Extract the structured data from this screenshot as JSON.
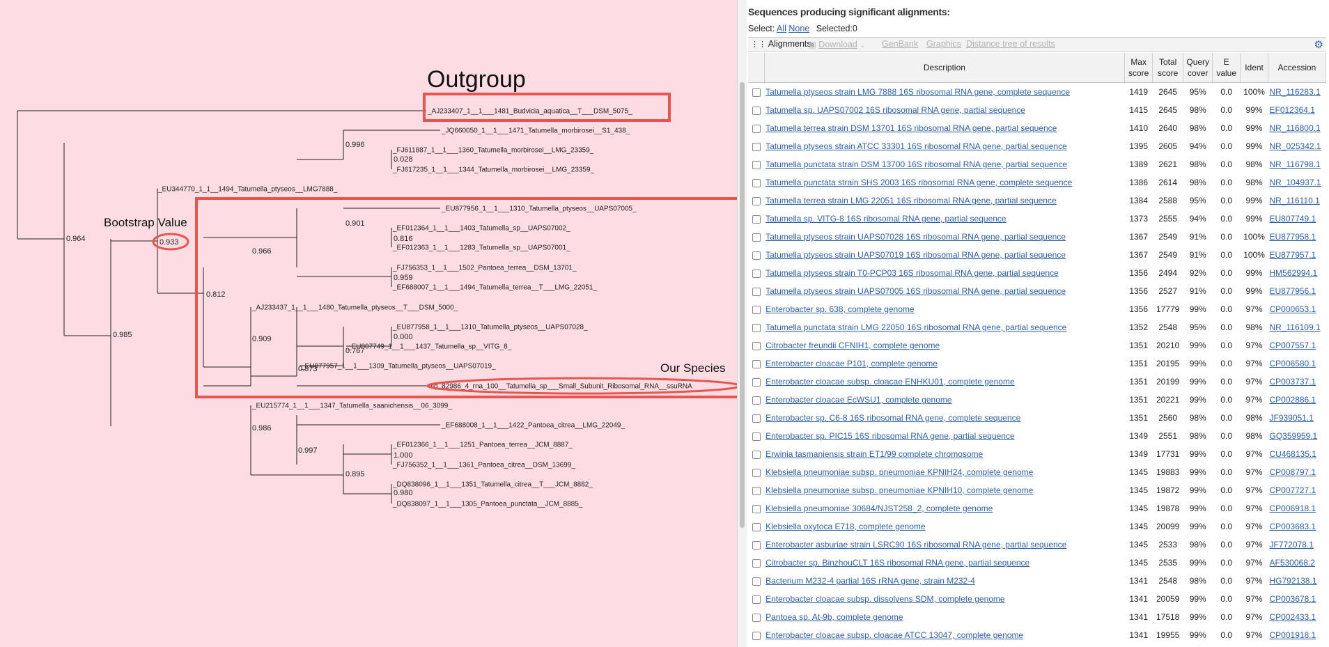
{
  "tree": {
    "annotations": {
      "outgroup": "Outgroup",
      "bootstrap": "Bootstrap Value",
      "our_species": "Our Species"
    },
    "leaves": [
      "_AJ233407_1__1___1481_Budvicia_aquatica__T___DSM_5075_",
      "_JQ660050_1__1___1471_Tatumella_morbirosei__S1_438_",
      "_FJ611887_1__1___1360_Tatumella_morbirosei__LMG_23359_",
      "_FJ617235_1__1___1344_Tatumella_morbirosei__LMG_23359_",
      "_EU344770_1_1__1494_Tatumella_ptyseos__LMG7888_",
      "_EU877956_1__1___1310_Tatumella_ptyseos__UAPS07005_",
      "_EF012364_1__1___1403_Tatumella_sp__UAPS07002_",
      "_EF012363_1__1___1283_Tatumella_sp__UAPS07001_",
      "_FJ756353_1__1___1502_Pantoea_terrea__DSM_13701_",
      "_EF688007_1__1___1494_Tatumella_terrea__T___LMG_22051_",
      "_AJ233437_1__1___1480_Tatumella_ptyseos__T___DSM_5000_",
      "_EU877958_1__1___1310_Tatumella_ptyseos__UAPS07028_",
      "_EU807749_1__1___1437_Tatumella_sp__VITG_8_",
      "_EU877957_1__1___1309_Tatumella_ptyseos__UAPS07019_",
      "fig_82986_4_rna_100__Tatumella_sp___Small_Subunit_Ribosomal_RNA__ssuRNA",
      "_EU215774_1__1___1347_Tatumella_saanichensis__06_3099_",
      "_EF688008_1__1___1422_Pantoea_citrea__LMG_22049_",
      "_EF012366_1__1___1251_Pantoea_terrea__JCM_8887_",
      "_FJ756352_1__1___1361_Pantoea_citrea__DSM_13699_",
      "_DQ838096_1__1___1351_Tatumella_citrea__T___JCM_8882_",
      "_DQ838097_1__1___1305_Pantoea_punctata__JCM_8885_"
    ],
    "bootstrap_values": [
      "0.964",
      "0.996",
      "0.028",
      "0.933",
      "0.901",
      "0.816",
      "0.966",
      "0.959",
      "0.812",
      "0.985",
      "0.000",
      "0.767",
      "0.909",
      "0.873",
      "1.000",
      "0.980",
      "0.895",
      "0.997",
      "0.986"
    ],
    "highlight_color": "#e8554e",
    "background_color": "#fedce3"
  },
  "blast": {
    "title": "Sequences producing significant alignments:",
    "select_label": "Select:",
    "select_all": "All",
    "select_none": "None",
    "selected": "Selected:0",
    "toolbar": {
      "alignments": "Alignments",
      "download": "Download",
      "genbank": "GenBank",
      "graphics": "Graphics",
      "distance_tree": "Distance tree of results"
    },
    "columns": {
      "description": "Description",
      "max_score": "Max score",
      "total_score": "Total score",
      "query_cover": "Query cover",
      "e_value": "E value",
      "ident": "Ident",
      "accession": "Accession"
    },
    "link_color": "#2d5fa6",
    "rows": [
      {
        "desc": "Tatumella ptyseos strain LMG 7888 16S ribosomal RNA gene, complete sequence",
        "max": "1419",
        "total": "2645",
        "cover": "95%",
        "e": "0.0",
        "ident": "100%",
        "acc": "NR_116283.1"
      },
      {
        "desc": "Tatumella sp. UAPS07002 16S ribosomal RNA gene, partial sequence",
        "max": "1415",
        "total": "2645",
        "cover": "98%",
        "e": "0.0",
        "ident": "99%",
        "acc": "EF012364.1"
      },
      {
        "desc": "Tatumella terrea strain DSM 13701 16S ribosomal RNA gene, partial sequence",
        "max": "1410",
        "total": "2640",
        "cover": "98%",
        "e": "0.0",
        "ident": "99%",
        "acc": "NR_116800.1"
      },
      {
        "desc": "Tatumella ptyseos strain ATCC 33301 16S ribosomal RNA gene, partial sequence",
        "max": "1395",
        "total": "2605",
        "cover": "94%",
        "e": "0.0",
        "ident": "99%",
        "acc": "NR_025342.1"
      },
      {
        "desc": "Tatumella punctata strain DSM 13700 16S ribosomal RNA gene, partial sequence",
        "max": "1389",
        "total": "2621",
        "cover": "98%",
        "e": "0.0",
        "ident": "98%",
        "acc": "NR_116798.1"
      },
      {
        "desc": "Tatumella punctata strain SHS 2003 16S ribosomal RNA gene, complete sequence",
        "max": "1386",
        "total": "2614",
        "cover": "98%",
        "e": "0.0",
        "ident": "98%",
        "acc": "NR_104937.1"
      },
      {
        "desc": "Tatumella terrea strain LMG 22051 16S ribosomal RNA gene, partial sequence",
        "max": "1384",
        "total": "2588",
        "cover": "95%",
        "e": "0.0",
        "ident": "99%",
        "acc": "NR_116110.1"
      },
      {
        "desc": "Tatumella sp. VITG-8 16S ribosomal RNA gene, partial sequence",
        "max": "1373",
        "total": "2555",
        "cover": "94%",
        "e": "0.0",
        "ident": "99%",
        "acc": "EU807749.1"
      },
      {
        "desc": "Tatumella ptyseos strain UAPS07028 16S ribosomal RNA gene, partial sequence",
        "max": "1367",
        "total": "2549",
        "cover": "91%",
        "e": "0.0",
        "ident": "100%",
        "acc": "EU877958.1"
      },
      {
        "desc": "Tatumella ptyseos strain UAPS07019 16S ribosomal RNA gene, partial sequence",
        "max": "1367",
        "total": "2549",
        "cover": "91%",
        "e": "0.0",
        "ident": "100%",
        "acc": "EU877957.1"
      },
      {
        "desc": "Tatumella ptyseos strain T0-PCP03 16S ribosomal RNA gene, partial sequence",
        "max": "1356",
        "total": "2494",
        "cover": "92%",
        "e": "0.0",
        "ident": "99%",
        "acc": "HM562994.1"
      },
      {
        "desc": "Tatumella ptyseos strain UAPS07005 16S ribosomal RNA gene, partial sequence",
        "max": "1356",
        "total": "2527",
        "cover": "91%",
        "e": "0.0",
        "ident": "99%",
        "acc": "EU877956.1"
      },
      {
        "desc": "Enterobacter sp. 638, complete genome",
        "max": "1356",
        "total": "17779",
        "cover": "99%",
        "e": "0.0",
        "ident": "97%",
        "acc": "CP000653.1"
      },
      {
        "desc": "Tatumella punctata strain LMG 22050 16S ribosomal RNA gene, partial sequence",
        "max": "1352",
        "total": "2548",
        "cover": "95%",
        "e": "0.0",
        "ident": "98%",
        "acc": "NR_116109.1"
      },
      {
        "desc": "Citrobacter freundii CFNIH1, complete genome",
        "max": "1351",
        "total": "20210",
        "cover": "99%",
        "e": "0.0",
        "ident": "97%",
        "acc": "CP007557.1"
      },
      {
        "desc": "Enterobacter cloacae P101, complete genome",
        "max": "1351",
        "total": "20195",
        "cover": "99%",
        "e": "0.0",
        "ident": "97%",
        "acc": "CP006580.1"
      },
      {
        "desc": "Enterobacter cloacae subsp. cloacae ENHKU01, complete genome",
        "max": "1351",
        "total": "20199",
        "cover": "99%",
        "e": "0.0",
        "ident": "97%",
        "acc": "CP003737.1"
      },
      {
        "desc": "Enterobacter cloacae EcWSU1, complete genome",
        "max": "1351",
        "total": "20221",
        "cover": "99%",
        "e": "0.0",
        "ident": "97%",
        "acc": "CP002886.1"
      },
      {
        "desc": "Enterobacter sp. C6-8 16S ribosomal RNA gene, complete sequence",
        "max": "1351",
        "total": "2560",
        "cover": "98%",
        "e": "0.0",
        "ident": "98%",
        "acc": "JF939051.1"
      },
      {
        "desc": "Enterobacter sp. PIC15 16S ribosomal RNA gene, partial sequence",
        "max": "1349",
        "total": "2551",
        "cover": "98%",
        "e": "0.0",
        "ident": "98%",
        "acc": "GQ359959.1"
      },
      {
        "desc": "Erwinia tasmaniensis strain ET1/99 complete chromosome",
        "max": "1349",
        "total": "17731",
        "cover": "99%",
        "e": "0.0",
        "ident": "97%",
        "acc": "CU468135.1"
      },
      {
        "desc": "Klebsiella pneumoniae subsp. pneumoniae KPNIH24, complete genome",
        "max": "1345",
        "total": "19883",
        "cover": "99%",
        "e": "0.0",
        "ident": "97%",
        "acc": "CP008797.1"
      },
      {
        "desc": "Klebsiella pneumoniae subsp. pneumoniae KPNIH10, complete genome",
        "max": "1345",
        "total": "19872",
        "cover": "99%",
        "e": "0.0",
        "ident": "97%",
        "acc": "CP007727.1"
      },
      {
        "desc": "Klebsiella pneumoniae 30684/NJST258_2, complete genome",
        "max": "1345",
        "total": "19878",
        "cover": "99%",
        "e": "0.0",
        "ident": "97%",
        "acc": "CP006918.1"
      },
      {
        "desc": "Klebsiella oxytoca E718, complete genome",
        "max": "1345",
        "total": "20099",
        "cover": "99%",
        "e": "0.0",
        "ident": "97%",
        "acc": "CP003683.1"
      },
      {
        "desc": "Enterobacter asburiae strain LSRC90 16S ribosomal RNA gene, partial sequence",
        "max": "1345",
        "total": "2533",
        "cover": "98%",
        "e": "0.0",
        "ident": "97%",
        "acc": "JF772078.1"
      },
      {
        "desc": "Citrobacter sp. BinzhouCLT 16S ribosomal RNA gene, partial sequence",
        "max": "1345",
        "total": "2535",
        "cover": "99%",
        "e": "0.0",
        "ident": "97%",
        "acc": "AF530068.2"
      },
      {
        "desc": "Bacterium M232-4 partial 16S rRNA gene, strain M232-4",
        "max": "1341",
        "total": "2548",
        "cover": "98%",
        "e": "0.0",
        "ident": "97%",
        "acc": "HG792138.1"
      },
      {
        "desc": "Enterobacter cloacae subsp. dissolvens SDM, complete genome",
        "max": "1341",
        "total": "20059",
        "cover": "99%",
        "e": "0.0",
        "ident": "97%",
        "acc": "CP003678.1"
      },
      {
        "desc": "Pantoea sp. At-9b, complete genome",
        "max": "1341",
        "total": "17518",
        "cover": "99%",
        "e": "0.0",
        "ident": "97%",
        "acc": "CP002433.1"
      },
      {
        "desc": "Enterobacter cloacae subsp. cloacae ATCC 13047, complete genome",
        "max": "1341",
        "total": "19955",
        "cover": "99%",
        "e": "0.0",
        "ident": "97%",
        "acc": "CP001918.1"
      }
    ]
  }
}
